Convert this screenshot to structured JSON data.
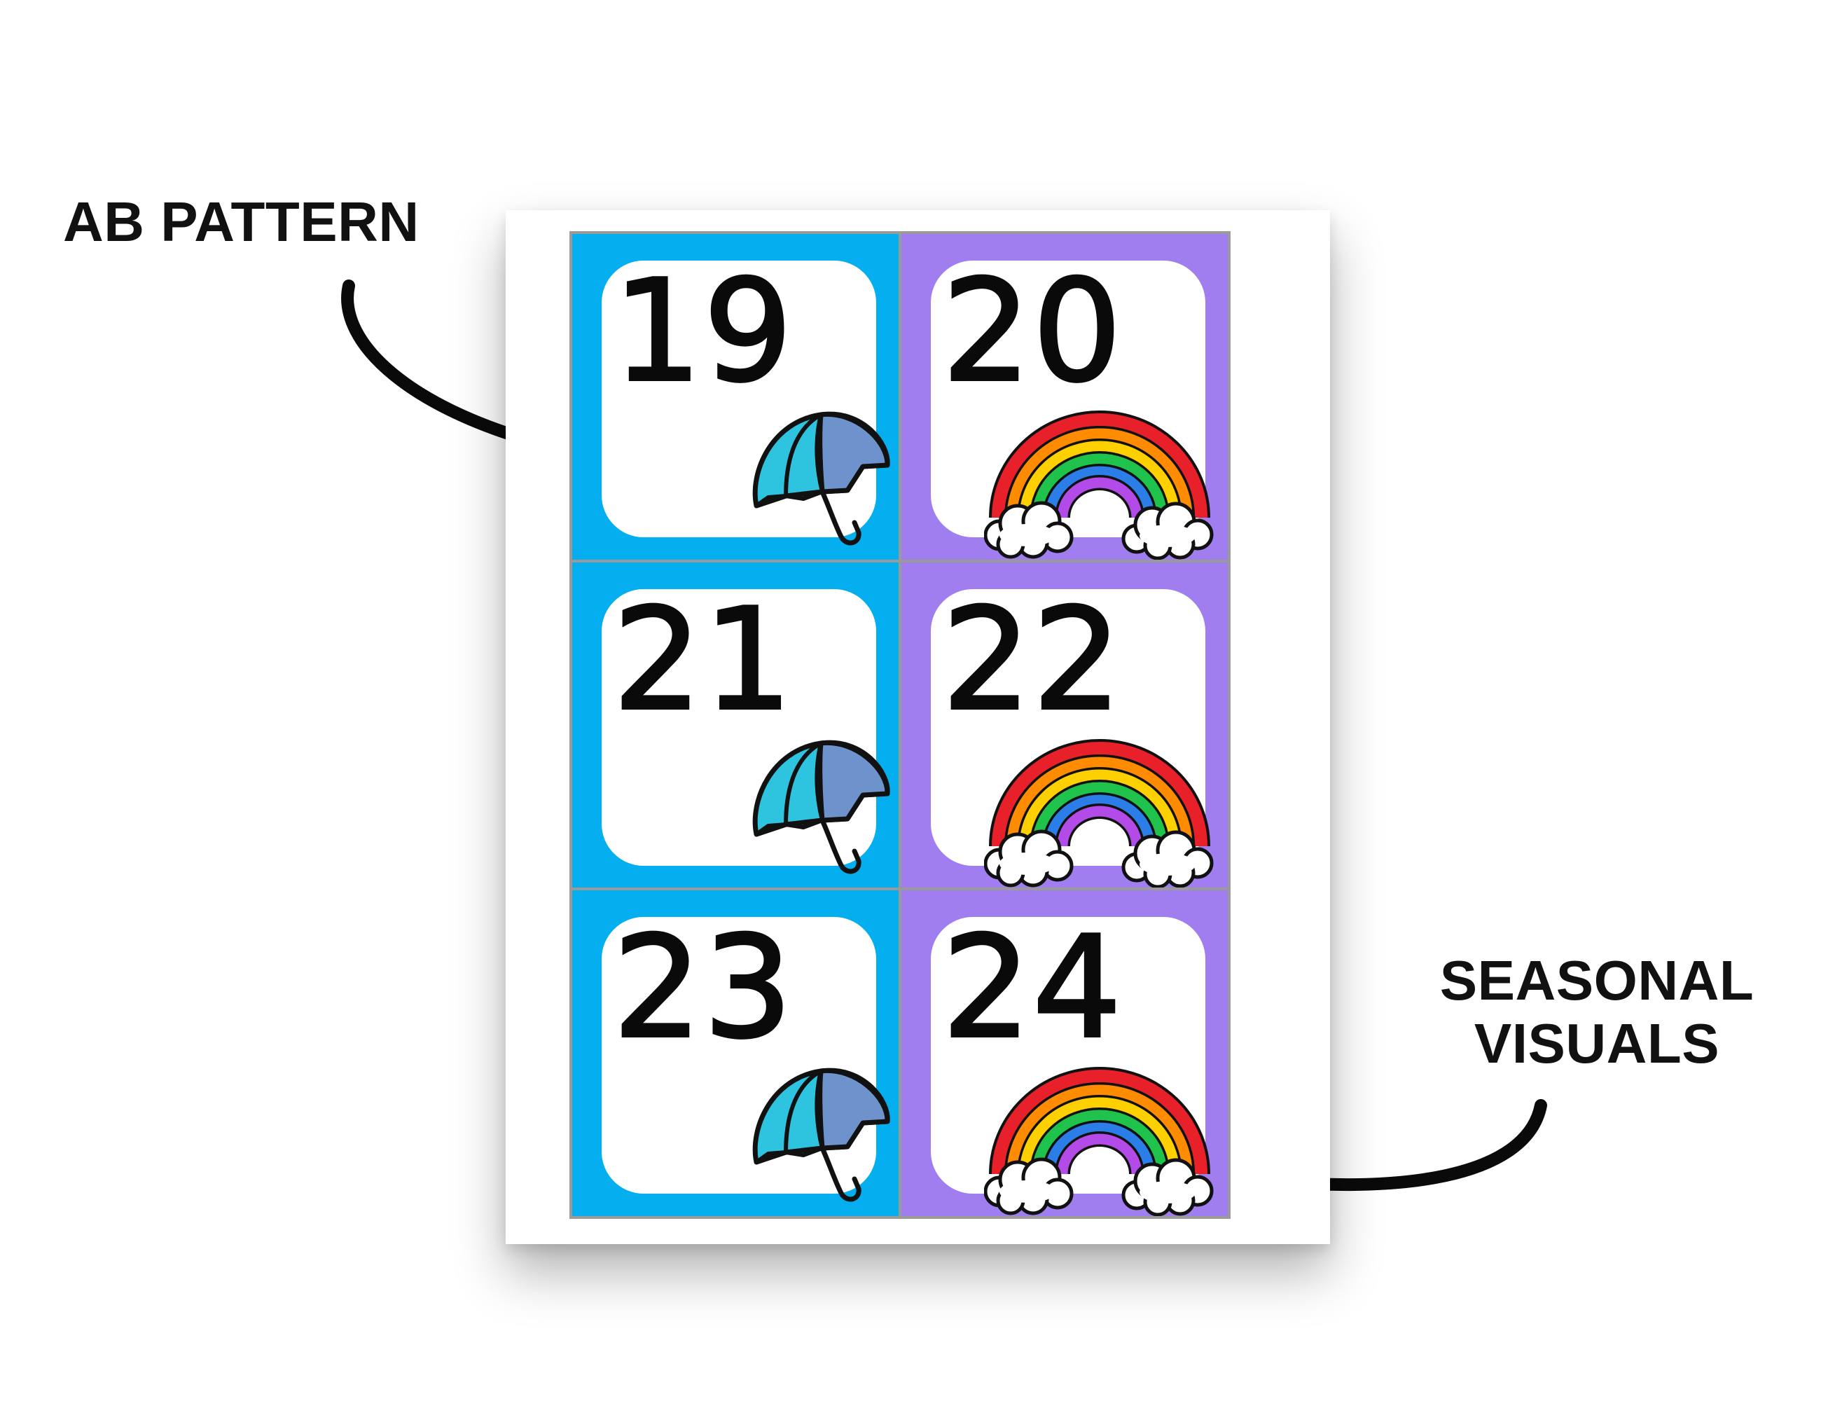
{
  "callouts": {
    "left": "AB PATTERN",
    "right_line1": "SEASONAL",
    "right_line2": "VISUALS"
  },
  "colors": {
    "pattern_a": "#04aeef",
    "pattern_b": "#a07ef0",
    "card": "#ffffff",
    "number": "#0a0a0a"
  },
  "cards": [
    {
      "number": "19",
      "pattern": "A",
      "icon": "umbrella-icon"
    },
    {
      "number": "20",
      "pattern": "B",
      "icon": "rainbow-icon"
    },
    {
      "number": "21",
      "pattern": "A",
      "icon": "umbrella-icon"
    },
    {
      "number": "22",
      "pattern": "B",
      "icon": "rainbow-icon"
    },
    {
      "number": "23",
      "pattern": "A",
      "icon": "umbrella-icon"
    },
    {
      "number": "24",
      "pattern": "B",
      "icon": "rainbow-icon"
    }
  ]
}
